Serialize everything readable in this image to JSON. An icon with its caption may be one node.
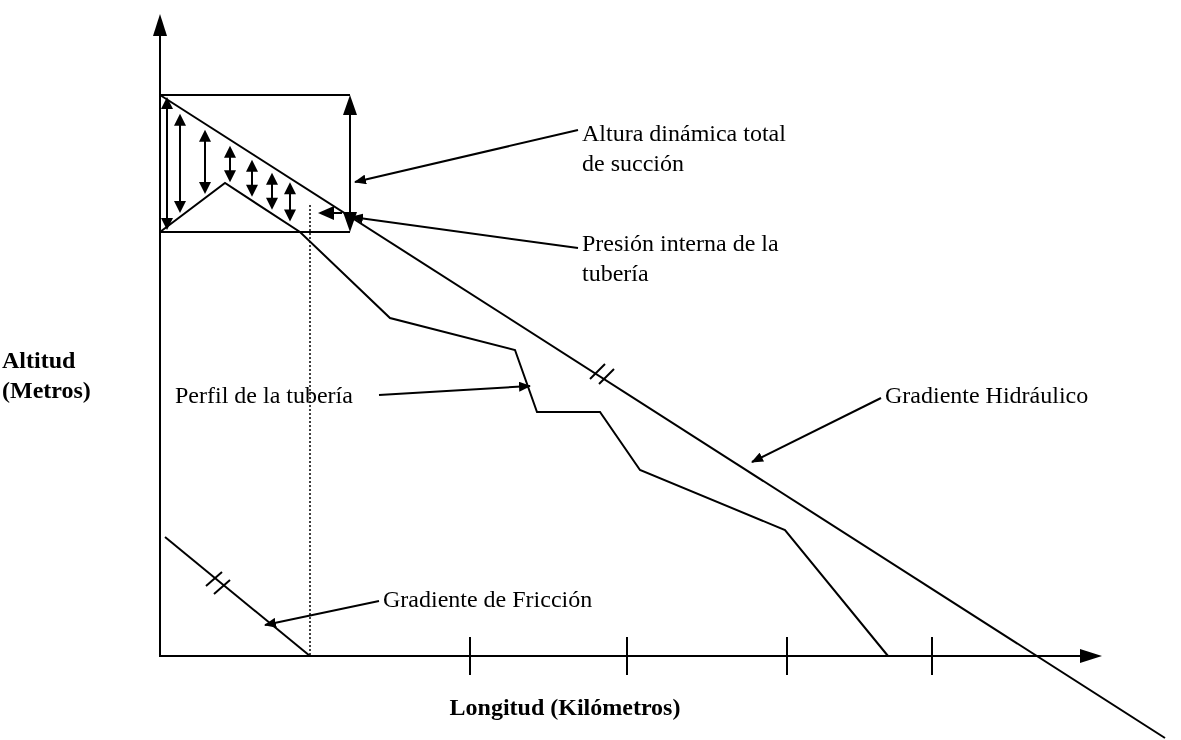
{
  "diagram": {
    "nodes": [
      {
        "text": [
          "Altura dinámica total de succión"
        ]
      },
      {
        "text": [
          "Presión interna de la tubería"
        ]
      },
      {
        "text": [
          "Perfil de la tubería"
        ]
      },
      {
        "text": [
          "Gradiente Hidráulico"
        ]
      },
      {
        "text": [
          "Gradiente de Fricción"
        ]
      }
    ],
    "edges": [
      {
        "from": 0,
        "to": null,
        "arrow": "to"
      },
      {
        "from": 1,
        "to": null,
        "arrow": "to"
      },
      {
        "from": 2,
        "to": null,
        "arrow": "to"
      },
      {
        "from": 3,
        "to": null,
        "arrow": "to"
      },
      {
        "from": 4,
        "to": null,
        "arrow": "to"
      }
    ],
    "labels": [
      "Altitud (Metros)",
      "Longitud (Kilómetros)"
    ]
  }
}
